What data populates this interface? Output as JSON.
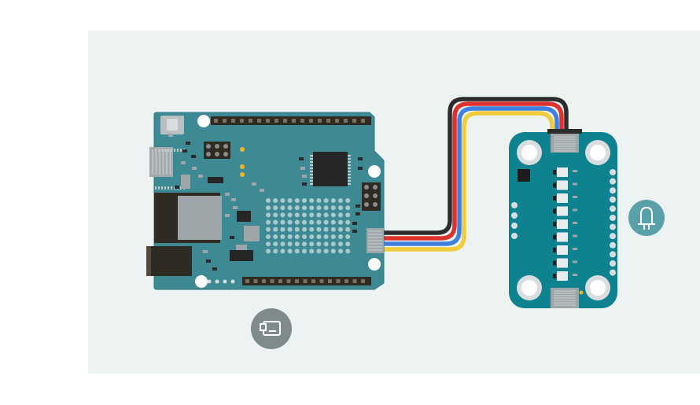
{
  "canvas": {
    "background": "#edf2f3"
  },
  "colors": {
    "board_teal": "#3d8a94",
    "board_edge": "#2f7580",
    "wire_black": "#2c2c2c",
    "wire_red": "#e03131",
    "wire_blue": "#3f7fe0",
    "wire_yellow": "#f0cc3a",
    "icon_badge": "#7f8a8d",
    "icon_badge_teal": "#5aa0a8",
    "header_dark": "#2f2a22",
    "pixel_dot": "#a9c9cd",
    "chip_dark": "#262626"
  },
  "components": [
    {
      "id": "controller-board",
      "icon": "microcontroller-icon"
    },
    {
      "id": "led-matrix-module",
      "icon": "led-icon"
    }
  ],
  "connection": {
    "from": "controller-board",
    "to": "led-matrix-module",
    "wires": [
      "black",
      "red",
      "blue",
      "yellow"
    ]
  }
}
